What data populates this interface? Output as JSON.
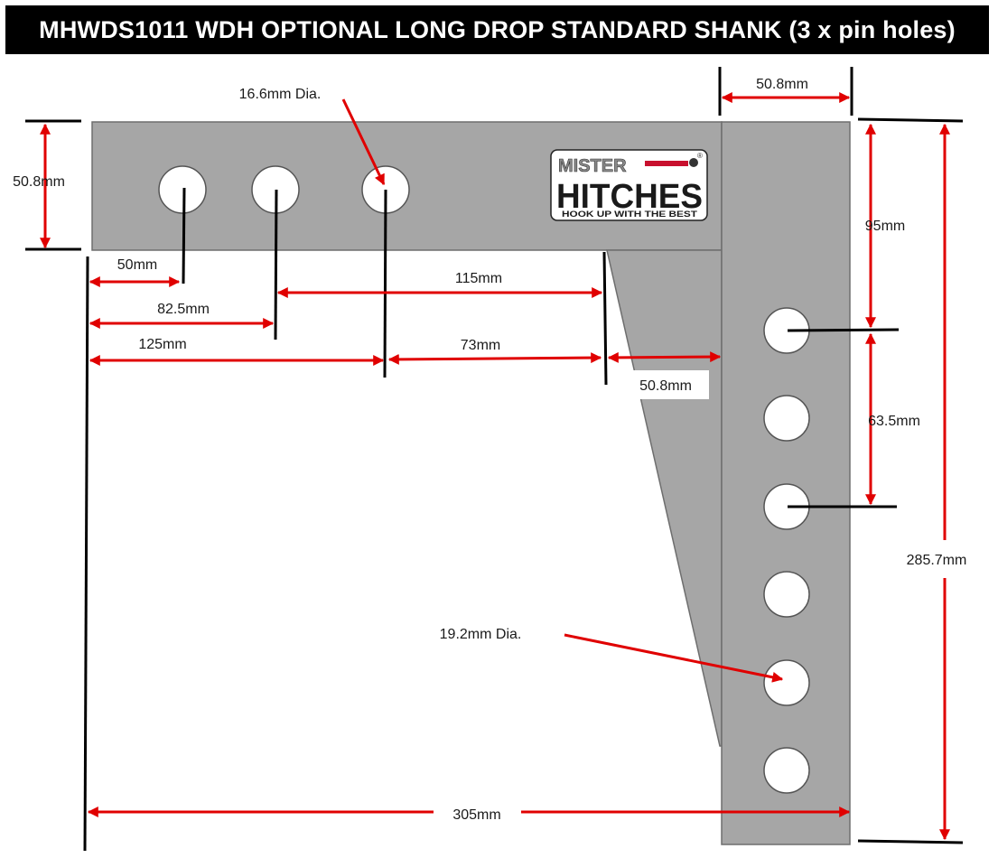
{
  "title": "MHWDS1011 WDH OPTIONAL LONG DROP STANDARD SHANK (3 x pin holes)",
  "logo": {
    "line1": "MISTER",
    "line2": "HITCHES",
    "tagline": "HOOK UP WITH THE BEST",
    "mark": "®"
  },
  "labels": {
    "small_hole_dia": "16.6mm Dia.",
    "large_hole_dia": "19.2mm Dia.",
    "shank_height": "50.8mm",
    "top_width": "50.8mm",
    "dist_50": "50mm",
    "dist_82_5": "82.5mm",
    "dist_125": "125mm",
    "dist_115": "115mm",
    "dist_73": "73mm",
    "gusset_50_8": "50.8mm",
    "drop_95": "95mm",
    "spacing_63_5": "63.5mm",
    "total_height": "285.7mm",
    "total_length": "305mm"
  },
  "colors": {
    "steel": "#a6a6a6",
    "outline": "#6e6e6e",
    "arrow": "#e00000",
    "line": "#000000",
    "title_bg": "#000000",
    "logo_red": "#c8102e"
  }
}
